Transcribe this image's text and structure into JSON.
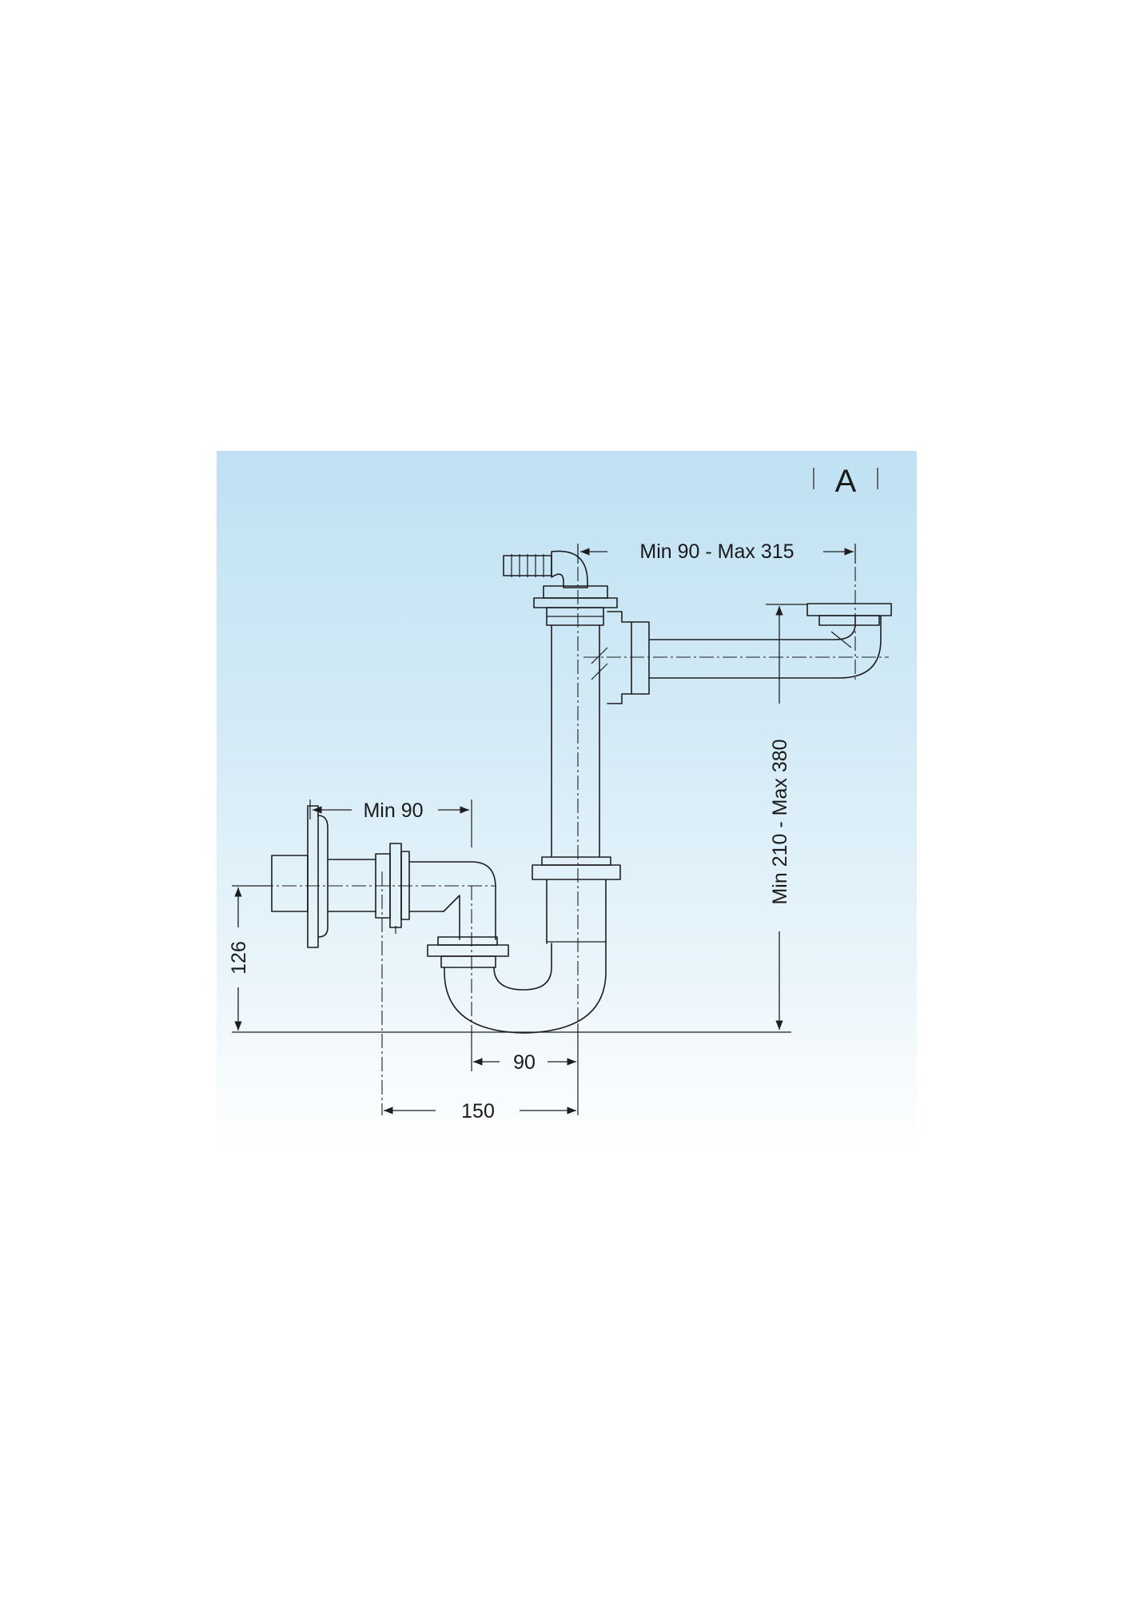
{
  "panel_label": "A",
  "dimensions": {
    "top_offset": "Min 90 - Max 315",
    "left_offset": "Min 90",
    "vertical_height": "Min 210 - Max 380",
    "wall_height": "126",
    "trap_offset": "90",
    "overall_offset": "150"
  },
  "colors": {
    "panel_top": "#bfe1f3",
    "panel_bottom": "#ffffff",
    "line": "#1e1e1e"
  }
}
